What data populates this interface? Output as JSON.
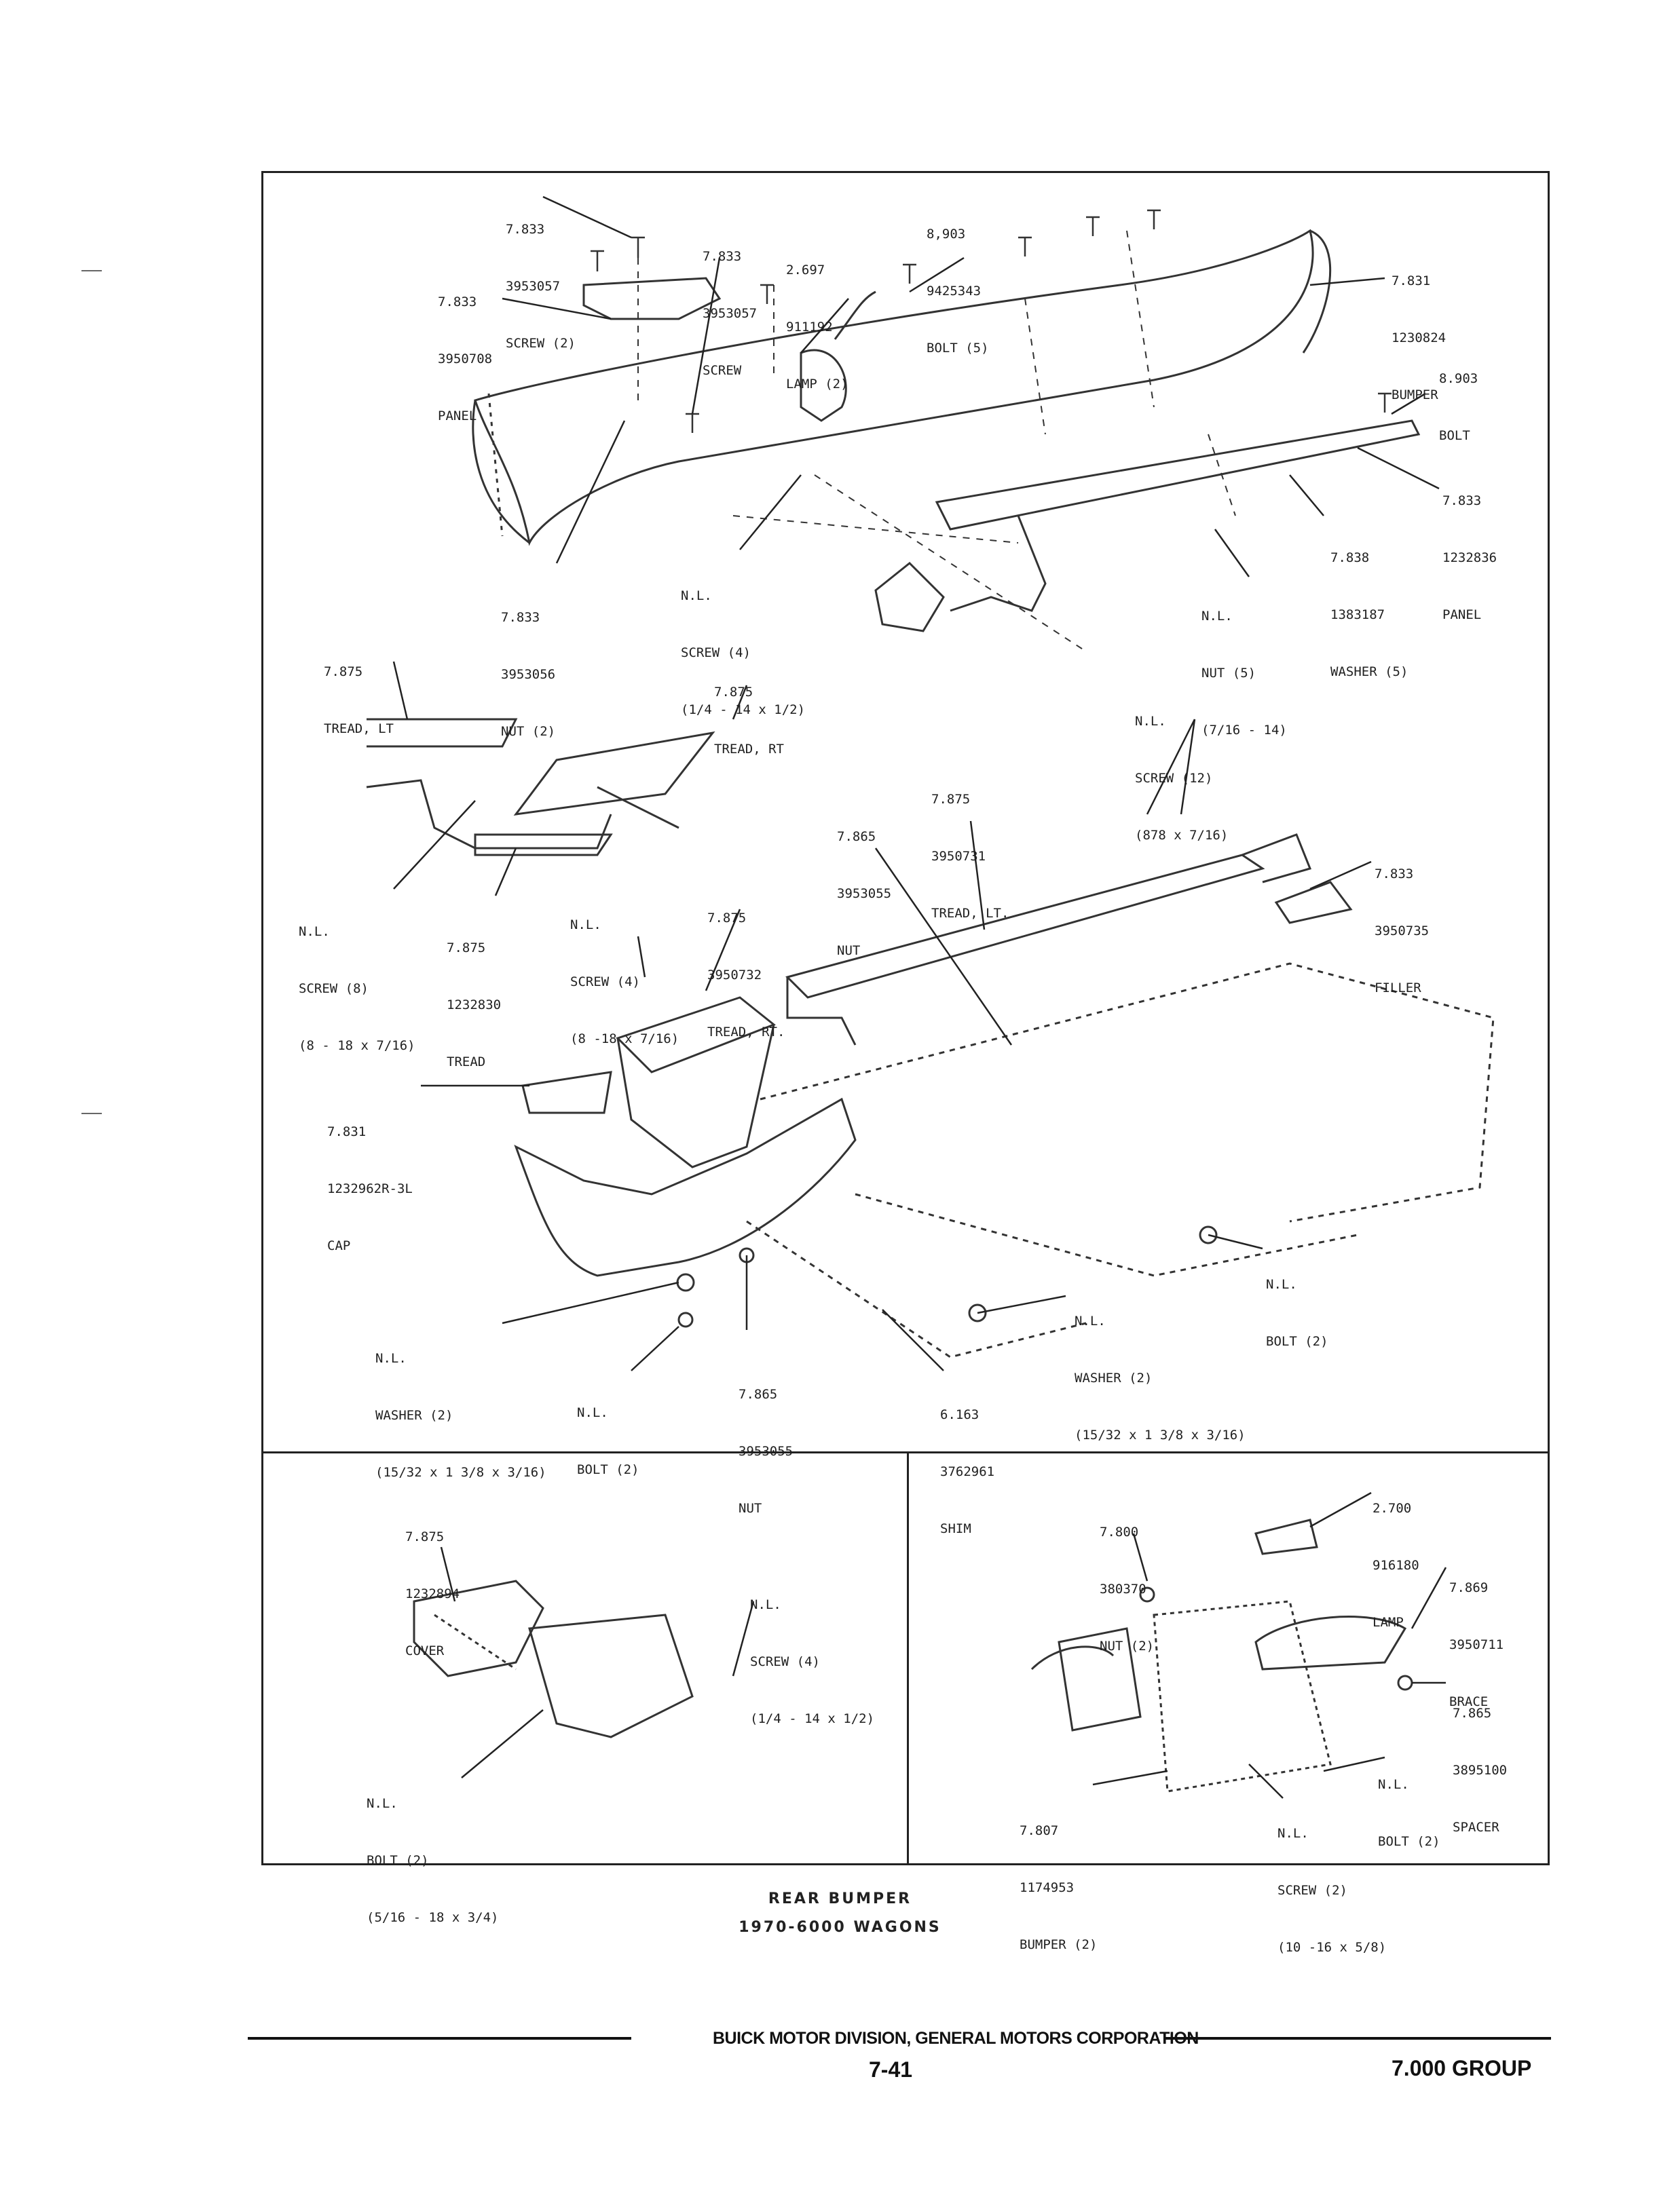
{
  "panel_main": {
    "labels": [
      {
        "id": "screw-2-top",
        "lines": [
          "7.833",
          "3953057",
          "SCREW (2)"
        ]
      },
      {
        "id": "screw-top-2",
        "lines": [
          "7.833",
          "3953057",
          "SCREW"
        ]
      },
      {
        "id": "lamp-2",
        "lines": [
          "2.697",
          "911192",
          "LAMP (2)"
        ]
      },
      {
        "id": "bolt-5",
        "lines": [
          "8,903",
          "9425343",
          "BOLT (5)"
        ]
      },
      {
        "id": "bumper-main",
        "lines": [
          "7.831",
          "1230824",
          "BUMPER"
        ]
      },
      {
        "id": "panel-left",
        "lines": [
          "7.833",
          "3950708",
          "PANEL"
        ]
      },
      {
        "id": "bolt-right",
        "lines": [
          "8.903",
          "BOLT"
        ]
      },
      {
        "id": "panel-right",
        "lines": [
          "7.833",
          "1232836",
          "PANEL"
        ]
      },
      {
        "id": "washer-5",
        "lines": [
          "7.838",
          "1383187",
          "WASHER (5)"
        ]
      },
      {
        "id": "nut-5",
        "lines": [
          "N.L.",
          "NUT (5)",
          "(7/16 - 14)"
        ]
      },
      {
        "id": "screw-4-top",
        "lines": [
          "N.L.",
          "SCREW (4)",
          "(1/4 - 14 x 1/2)"
        ]
      },
      {
        "id": "nut-2-top",
        "lines": [
          "7.833",
          "3953056",
          "NUT (2)"
        ]
      },
      {
        "id": "tread-lt-small",
        "lines": [
          "7.875",
          "TREAD, LT"
        ]
      },
      {
        "id": "tread-rt-small",
        "lines": [
          "7.875",
          "TREAD, RT"
        ]
      },
      {
        "id": "screw-12",
        "lines": [
          "N.L.",
          "SCREW (12)",
          "(878 x 7/16)"
        ]
      },
      {
        "id": "tread-lt-big",
        "lines": [
          "7.875",
          "3950731",
          "TREAD, LT."
        ]
      },
      {
        "id": "nut-3953055-top",
        "lines": [
          "7.865",
          "3953055",
          "NUT"
        ]
      },
      {
        "id": "filler",
        "lines": [
          "7.833",
          "3950735",
          "FILLER"
        ]
      },
      {
        "id": "screw-8",
        "lines": [
          "N.L.",
          "SCREW (8)",
          "(8 - 18 x 7/16)"
        ]
      },
      {
        "id": "tread-1232830",
        "lines": [
          "7.875",
          "1232830",
          "TREAD"
        ]
      },
      {
        "id": "screw-4-mid",
        "lines": [
          "N.L.",
          "SCREW (4)",
          "(8 -18 x 7/16)"
        ]
      },
      {
        "id": "tread-rt-big",
        "lines": [
          "7.875",
          "3950732",
          "TREAD, RT."
        ]
      },
      {
        "id": "cap",
        "lines": [
          "7.831",
          "1232962R-3L",
          "CAP"
        ]
      },
      {
        "id": "bolt-2-right",
        "lines": [
          "N.L.",
          "BOLT (2)"
        ]
      },
      {
        "id": "washer-2-right",
        "lines": [
          "N.L.",
          "WASHER (2)",
          "(15/32 x 1 3/8 x 3/16)"
        ]
      },
      {
        "id": "washer-2-left",
        "lines": [
          "N.L.",
          "WASHER (2)",
          "(15/32 x 1 3/8 x 3/16)"
        ]
      },
      {
        "id": "bolt-2-left",
        "lines": [
          "N.L.",
          "BOLT (2)"
        ]
      },
      {
        "id": "nut-3953055-bottom",
        "lines": [
          "7.865",
          "3953055",
          "NUT"
        ]
      },
      {
        "id": "shim",
        "lines": [
          "6.163",
          "3762961",
          "SHIM"
        ]
      }
    ]
  },
  "panel_left": {
    "labels": [
      {
        "id": "cover",
        "lines": [
          "7.875",
          "1232894",
          "COVER"
        ]
      },
      {
        "id": "screw-4-bl",
        "lines": [
          "N.L.",
          "SCREW (4)",
          "(1/4 - 14 x 1/2)"
        ]
      },
      {
        "id": "bolt-2-bl",
        "lines": [
          "N.L.",
          "BOLT (2)",
          "(5/16 - 18 x 3/4)"
        ]
      }
    ]
  },
  "panel_right": {
    "labels": [
      {
        "id": "lamp-2700",
        "lines": [
          "2.700",
          "916180",
          "LAMP"
        ]
      },
      {
        "id": "nut-2-br",
        "lines": [
          "7.800",
          "380370",
          "NUT (2)"
        ]
      },
      {
        "id": "brace",
        "lines": [
          "7.869",
          "3950711",
          "BRACE"
        ]
      },
      {
        "id": "spacer",
        "lines": [
          "7.865",
          "3895100",
          "SPACER"
        ]
      },
      {
        "id": "bolt-2-br",
        "lines": [
          "N.L.",
          "BOLT (2)"
        ]
      },
      {
        "id": "bumper-2",
        "lines": [
          "7.807",
          "1174953",
          "BUMPER (2)"
        ]
      },
      {
        "id": "screw-2-br",
        "lines": [
          "N.L.",
          "SCREW (2)",
          "(10 -16 x 5/8)"
        ]
      }
    ]
  },
  "caption": {
    "line1": "REAR BUMPER",
    "line2": "1970-6000 WAGONS"
  },
  "footer": {
    "corporation": "BUICK MOTOR DIVISION, GENERAL MOTORS CORPORATION",
    "page": "7-41",
    "group": "7.000 GROUP"
  }
}
